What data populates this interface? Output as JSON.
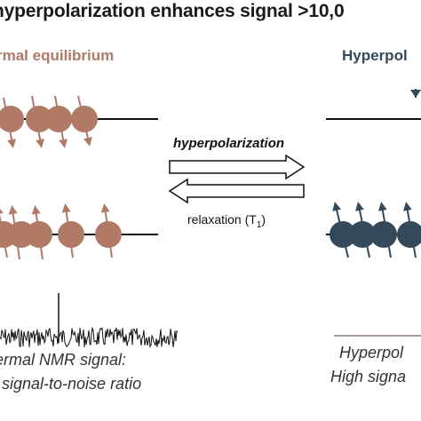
{
  "title": "hyperpolarization enhances signal >10,0",
  "left_panel": {
    "header": "rmal equilibrium",
    "caption_line1": "ermal NMR signal:",
    "caption_line2": "signal-to-noise ratio"
  },
  "right_panel": {
    "header": "Hyperpol",
    "caption_line1": "Hyperpol",
    "caption_line2": "High signa"
  },
  "arrows": {
    "forward_label": "hyperpolarization",
    "backward_label": "relaxation (T",
    "backward_subscript": "1",
    "backward_suffix": ")"
  },
  "colors": {
    "thermal_spin": "#b07a66",
    "hyperpolarized_spin": "#34495a",
    "line": "#111111"
  }
}
